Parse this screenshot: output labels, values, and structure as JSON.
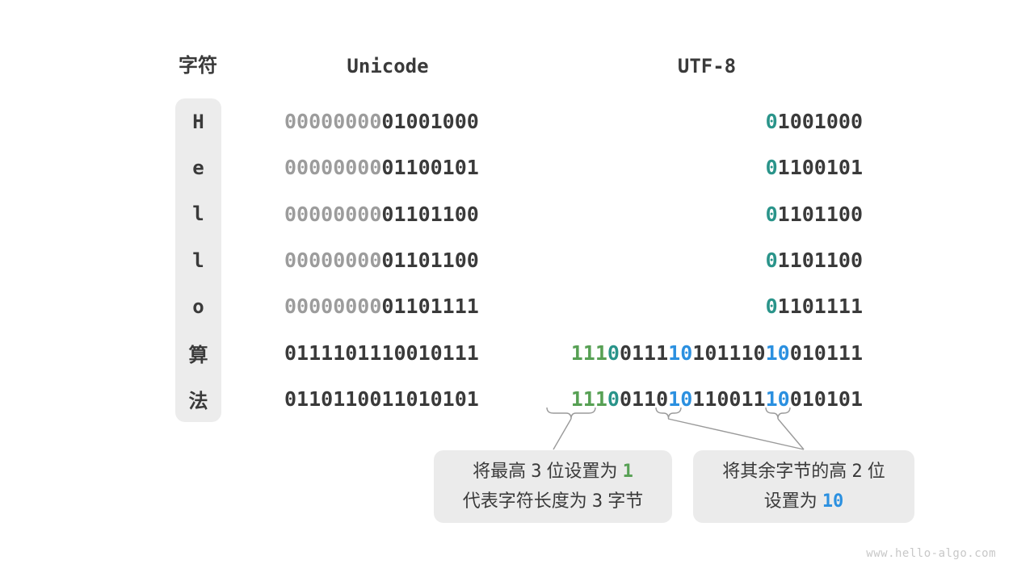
{
  "page": {
    "watermark": "www.hello-algo.com"
  },
  "colors": {
    "dark": "#3a3a3a",
    "gray": "#9c9c9c",
    "teal": "#2a948a",
    "green": "#57a054",
    "blue": "#2b90e0",
    "cell_bg": "#ececec",
    "callout_bg": "#ebebeb",
    "line": "#9a9a9a",
    "watermark": "#c8c8c8"
  },
  "headers": {
    "char": "字符",
    "unicode": "Unicode",
    "utf8": "UTF-8"
  },
  "rows": [
    {
      "char": "H",
      "unicode": [
        {
          "t": "00000000",
          "c": "gray"
        },
        {
          "t": "01001000",
          "c": "dark"
        }
      ],
      "utf8": [
        [
          {
            "t": "0",
            "c": "teal"
          },
          {
            "t": "1001000",
            "c": "dark"
          }
        ]
      ]
    },
    {
      "char": "e",
      "unicode": [
        {
          "t": "00000000",
          "c": "gray"
        },
        {
          "t": "01100101",
          "c": "dark"
        }
      ],
      "utf8": [
        [
          {
            "t": "0",
            "c": "teal"
          },
          {
            "t": "1100101",
            "c": "dark"
          }
        ]
      ]
    },
    {
      "char": "l",
      "unicode": [
        {
          "t": "00000000",
          "c": "gray"
        },
        {
          "t": "01101100",
          "c": "dark"
        }
      ],
      "utf8": [
        [
          {
            "t": "0",
            "c": "teal"
          },
          {
            "t": "1101100",
            "c": "dark"
          }
        ]
      ]
    },
    {
      "char": "l",
      "unicode": [
        {
          "t": "00000000",
          "c": "gray"
        },
        {
          "t": "01101100",
          "c": "dark"
        }
      ],
      "utf8": [
        [
          {
            "t": "0",
            "c": "teal"
          },
          {
            "t": "1101100",
            "c": "dark"
          }
        ]
      ]
    },
    {
      "char": "o",
      "unicode": [
        {
          "t": "00000000",
          "c": "gray"
        },
        {
          "t": "01101111",
          "c": "dark"
        }
      ],
      "utf8": [
        [
          {
            "t": "0",
            "c": "teal"
          },
          {
            "t": "1101111",
            "c": "dark"
          }
        ]
      ]
    },
    {
      "char": "算",
      "unicode": [
        {
          "t": "01111011",
          "c": "dark"
        },
        {
          "t": "10010111",
          "c": "dark"
        }
      ],
      "utf8": [
        [
          {
            "t": "111",
            "c": "green"
          },
          {
            "t": "0",
            "c": "teal"
          },
          {
            "t": "0111",
            "c": "dark"
          }
        ],
        [
          {
            "t": "10",
            "c": "blue"
          },
          {
            "t": "101110",
            "c": "dark"
          }
        ],
        [
          {
            "t": "10",
            "c": "blue"
          },
          {
            "t": "010111",
            "c": "dark"
          }
        ]
      ]
    },
    {
      "char": "法",
      "unicode": [
        {
          "t": "01101100",
          "c": "dark"
        },
        {
          "t": "11010101",
          "c": "dark"
        }
      ],
      "utf8": [
        [
          {
            "t": "111",
            "c": "green"
          },
          {
            "t": "0",
            "c": "teal"
          },
          {
            "t": "0110",
            "c": "dark"
          }
        ],
        [
          {
            "t": "10",
            "c": "blue"
          },
          {
            "t": "110011",
            "c": "dark"
          }
        ],
        [
          {
            "t": "10",
            "c": "blue"
          },
          {
            "t": "010101",
            "c": "dark"
          }
        ]
      ]
    }
  ],
  "callouts": [
    {
      "lines": [
        [
          {
            "t": "将最高 ",
            "c": "dark"
          },
          {
            "t": "3",
            "c": "dark",
            "mono": true
          },
          {
            "t": " 位设置为 ",
            "c": "dark"
          },
          {
            "t": "1",
            "c": "green",
            "mono": true,
            "bold": true
          }
        ],
        [
          {
            "t": "代表字符长度为 ",
            "c": "dark"
          },
          {
            "t": "3",
            "c": "dark",
            "mono": true
          },
          {
            "t": " 字节",
            "c": "dark"
          }
        ]
      ]
    },
    {
      "lines": [
        [
          {
            "t": "将其余字节的高 ",
            "c": "dark"
          },
          {
            "t": "2",
            "c": "dark",
            "mono": true
          },
          {
            "t": " 位",
            "c": "dark"
          }
        ],
        [
          {
            "t": "设置为 ",
            "c": "dark"
          },
          {
            "t": "10",
            "c": "blue",
            "mono": true,
            "bold": true
          }
        ]
      ]
    }
  ]
}
